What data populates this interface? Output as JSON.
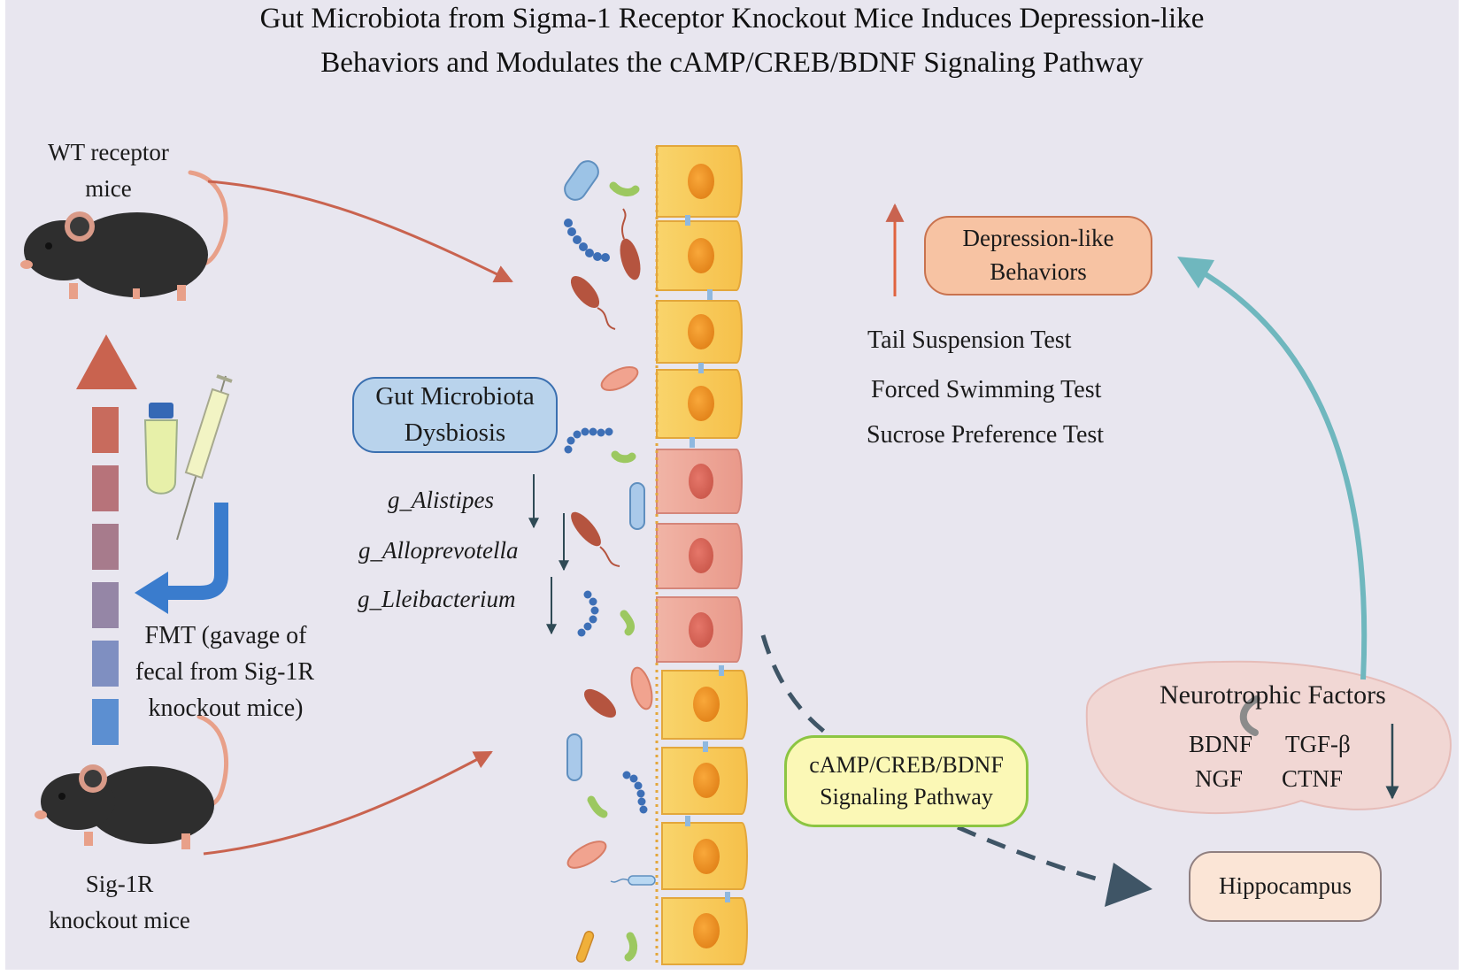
{
  "title": {
    "line1": "Gut Microbiota from Sigma-1 Receptor Knockout Mice Induces Depression-like",
    "line2": "Behaviors and Modulates the cAMP/CREB/BDNF Signaling Pathway"
  },
  "wt_mice": {
    "line1": "WT receptor",
    "line2": "mice"
  },
  "ko_mice": {
    "line1": "Sig-1R",
    "line2": "knockout mice"
  },
  "fmt": {
    "line1": "FMT (gavage of",
    "line2": "fecal from Sig-1R",
    "line3": "knockout mice)"
  },
  "dysbiosis": {
    "line1": "Gut Microbiota",
    "line2": "Dysbiosis"
  },
  "genera": [
    "g_Alistipes",
    "g_Alloprevotella",
    "g_Lleibacterium"
  ],
  "depression": {
    "line1": "Depression-like",
    "line2": "Behaviors"
  },
  "tests": [
    "Tail Suspension Test",
    "Forced Swimming Test",
    "Sucrose Preference Test"
  ],
  "pathway": {
    "line1": "cAMP/CREB/BDNF",
    "line2": "Signaling Pathway"
  },
  "neuro": {
    "title": "Neurotrophic Factors",
    "factors": [
      "BDNF",
      "TGF-β",
      "NGF",
      "CTNF"
    ]
  },
  "hippocampus": {
    "label": "Hippocampus"
  },
  "colors": {
    "panel_bg": "#e8e6ef",
    "dysbiosis_box": "#b9d3ec",
    "depression_box": "#f7c3a3",
    "pathway_box": "#fbf8b6",
    "hippocampus_box": "#fbe5d6",
    "accent_red": "#c9634f",
    "accent_teal": "#6fb7be",
    "dark_arrow": "#3f5566"
  }
}
